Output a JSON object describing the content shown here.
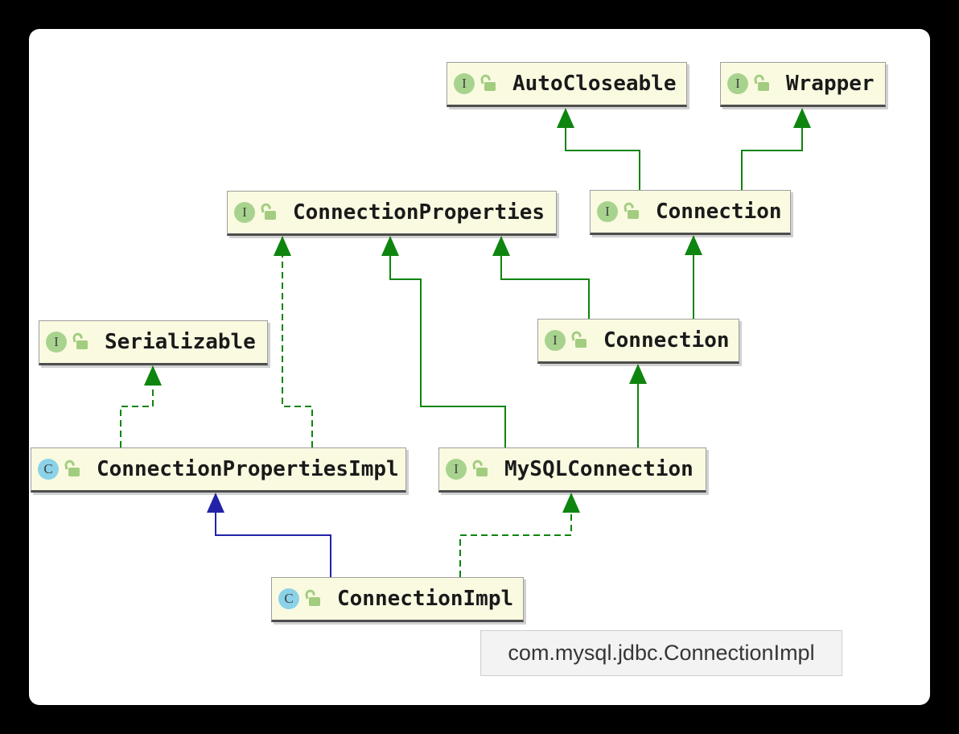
{
  "window": {
    "type": "uml-diagram-popup",
    "tooltip_text": "com.mysql.jdbc.ConnectionImpl"
  },
  "diagram": {
    "nodes": [
      {
        "id": "autocloseable",
        "label": "AutoCloseable",
        "kind": "interface",
        "icon_letter": "I",
        "visibility": "public"
      },
      {
        "id": "wrapper",
        "label": "Wrapper",
        "kind": "interface",
        "icon_letter": "I",
        "visibility": "public"
      },
      {
        "id": "connection-properties",
        "label": "ConnectionProperties",
        "kind": "interface",
        "icon_letter": "I",
        "visibility": "public"
      },
      {
        "id": "connection-sql",
        "label": "Connection",
        "kind": "interface",
        "icon_letter": "I",
        "visibility": "public"
      },
      {
        "id": "serializable",
        "label": "Serializable",
        "kind": "interface",
        "icon_letter": "I",
        "visibility": "public"
      },
      {
        "id": "connection-mysql",
        "label": "Connection",
        "kind": "interface",
        "icon_letter": "I",
        "visibility": "public"
      },
      {
        "id": "connection-properties-impl",
        "label": "ConnectionPropertiesImpl",
        "kind": "class",
        "icon_letter": "C",
        "visibility": "public"
      },
      {
        "id": "mysql-connection",
        "label": "MySQLConnection",
        "kind": "interface",
        "icon_letter": "I",
        "visibility": "public"
      },
      {
        "id": "connection-impl",
        "label": "ConnectionImpl",
        "kind": "class",
        "icon_letter": "C",
        "visibility": "public"
      }
    ],
    "edges": [
      {
        "from": "connection-sql",
        "to": "autocloseable",
        "type": "extends",
        "line": "solid",
        "color": "green"
      },
      {
        "from": "connection-sql",
        "to": "wrapper",
        "type": "extends",
        "line": "solid",
        "color": "green"
      },
      {
        "from": "connection-mysql",
        "to": "connection-sql",
        "type": "extends",
        "line": "solid",
        "color": "green"
      },
      {
        "from": "connection-mysql",
        "to": "connection-properties",
        "type": "extends",
        "line": "solid",
        "color": "green"
      },
      {
        "from": "mysql-connection",
        "to": "connection-properties",
        "type": "extends",
        "line": "solid",
        "color": "green"
      },
      {
        "from": "mysql-connection",
        "to": "connection-mysql",
        "type": "extends",
        "line": "solid",
        "color": "green"
      },
      {
        "from": "connection-properties-impl",
        "to": "serializable",
        "type": "implements",
        "line": "dashed",
        "color": "green"
      },
      {
        "from": "connection-properties-impl",
        "to": "connection-properties",
        "type": "implements",
        "line": "dashed",
        "color": "green"
      },
      {
        "from": "connection-impl",
        "to": "connection-properties-impl",
        "type": "extends",
        "line": "solid",
        "color": "navy"
      },
      {
        "from": "connection-impl",
        "to": "mysql-connection",
        "type": "implements",
        "line": "dashed",
        "color": "green"
      }
    ],
    "colors": {
      "node_background": "#FAFAE1",
      "node_border": "#9E9E9E",
      "interface_badge": "#A8D38E",
      "class_badge": "#8BD2E8",
      "lock_icon": "#A2CD80",
      "edge_green": "#0E850E",
      "edge_navy": "#2222A8"
    }
  }
}
